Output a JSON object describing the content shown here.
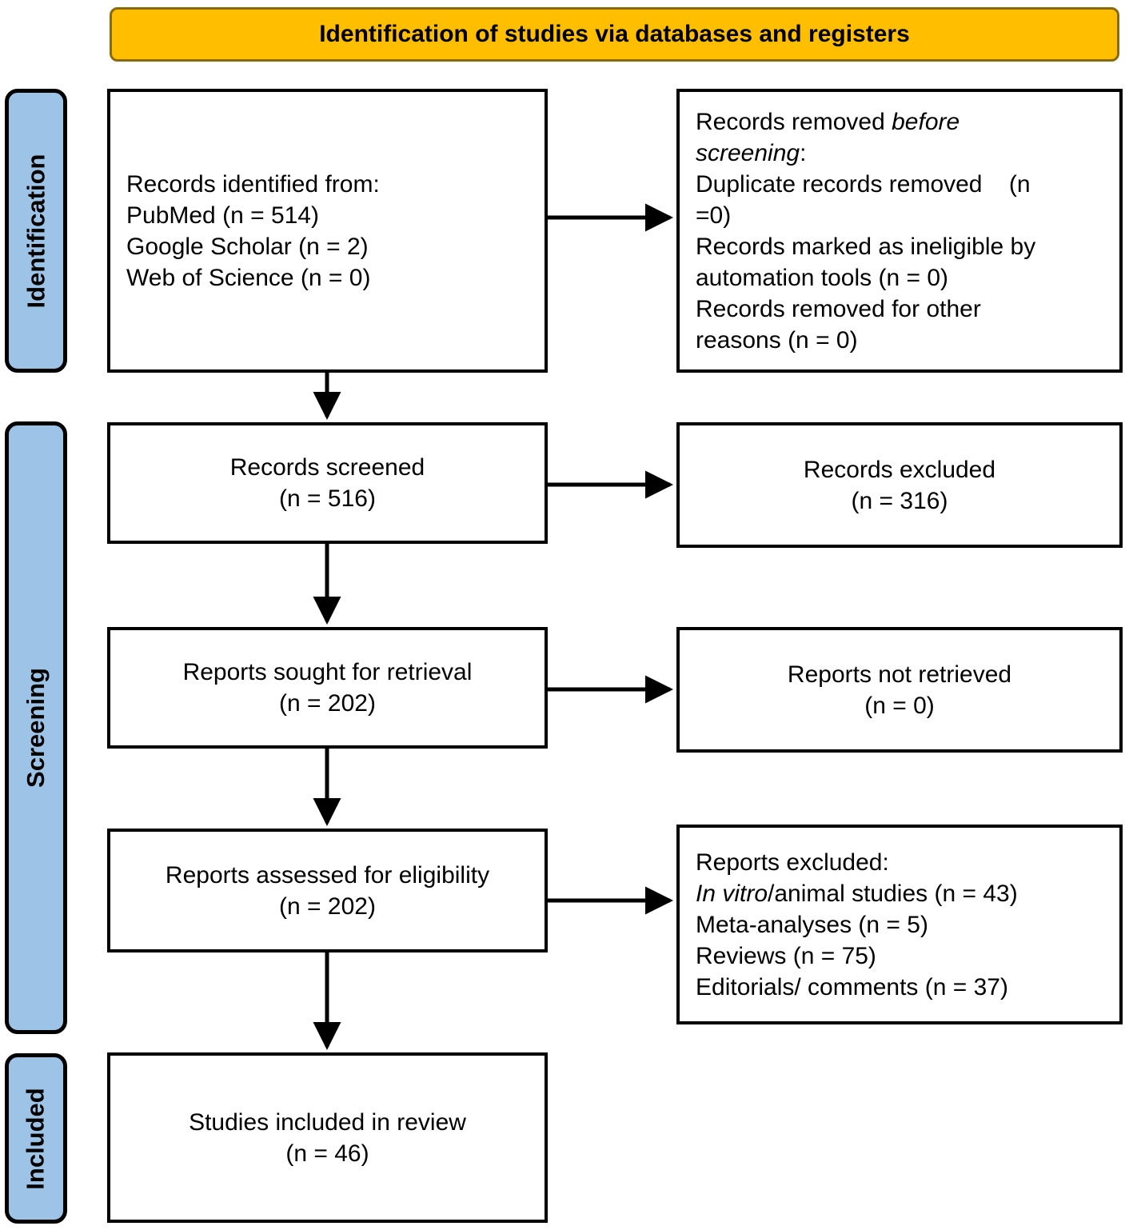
{
  "header": {
    "title": "Identification of studies via databases and registers",
    "background_color": "#FFBF00",
    "border_color": "#8a6a05"
  },
  "stages": [
    {
      "id": "identification",
      "label": "Identification",
      "color": "#9DC3E6"
    },
    {
      "id": "screening",
      "label": "Screening",
      "color": "#9DC3E6"
    },
    {
      "id": "included",
      "label": "Included",
      "color": "#9DC3E6"
    }
  ],
  "boxes": {
    "identified": {
      "lines": [
        "Records identified from:",
        "PubMed (n = 514)",
        "Google Scholar (n = 2)",
        "Web of Science (n = 0)"
      ]
    },
    "removed_before": {
      "lines_html": [
        "Records removed <em>before</em>",
        "<em>screening</em>:",
        "Duplicate records removed    (n",
        "=0)",
        "Records marked as ineligible by",
        "automation tools (n = 0)",
        "Records removed for other",
        "reasons (n = 0)"
      ]
    },
    "screened": {
      "line1": "Records screened",
      "line2": "(n = 516)"
    },
    "records_excluded": {
      "line1": "Records excluded",
      "line2": "(n = 316)"
    },
    "sought": {
      "line1": "Reports sought for retrieval",
      "line2": "(n = 202)"
    },
    "not_retrieved": {
      "line1": "Reports not retrieved",
      "line2": "(n = 0)"
    },
    "assessed": {
      "line1": "Reports assessed for eligibility",
      "line2": "(n = 202)"
    },
    "reports_excluded": {
      "lines_html": [
        "Reports excluded:",
        "<em>In vitro</em>/animal studies (n = 43)",
        "Meta-analyses (n = 5)",
        "Reviews (n = 75)",
        "Editorials/ comments (n = 37)"
      ]
    },
    "included": {
      "line1": "Studies included in review",
      "line2": "(n = 46)"
    }
  },
  "colors": {
    "box_border": "#000000",
    "box_fill": "#ffffff",
    "connector": "#000000",
    "text": "#000000"
  }
}
